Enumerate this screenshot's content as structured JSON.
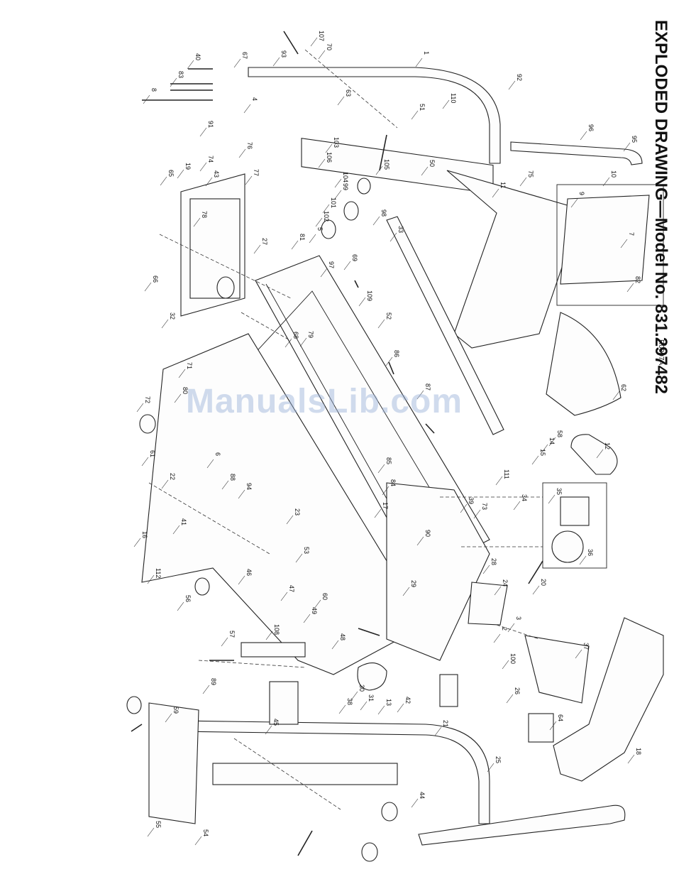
{
  "title": "EXPLODED DRAWING—Model No. 831.297482",
  "drawing_code": "R0397A",
  "watermark": "ManualsLib.com",
  "part_numbers": [
    "1",
    "2",
    "3",
    "4",
    "5",
    "6",
    "7",
    "8",
    "9",
    "10",
    "11",
    "12",
    "13",
    "14",
    "15",
    "16",
    "17",
    "18",
    "19",
    "20",
    "21",
    "22",
    "23",
    "24",
    "25",
    "26",
    "27",
    "28",
    "29",
    "30",
    "31",
    "32",
    "33",
    "34",
    "35",
    "36",
    "37",
    "38",
    "39",
    "40",
    "41",
    "42",
    "43",
    "44",
    "45",
    "46",
    "47",
    "48",
    "49",
    "50",
    "51",
    "52",
    "53",
    "54",
    "55",
    "56",
    "57",
    "58",
    "59",
    "60",
    "61",
    "62",
    "63",
    "64",
    "65",
    "66",
    "67",
    "68",
    "69",
    "70",
    "71",
    "72",
    "73",
    "74",
    "75",
    "76",
    "77",
    "78",
    "79",
    "80",
    "81",
    "82",
    "83",
    "84",
    "85",
    "86",
    "87",
    "88",
    "89",
    "90",
    "91",
    "92",
    "93",
    "94",
    "95",
    "96",
    "97",
    "98",
    "99",
    "100",
    "101",
    "102",
    "103",
    "104",
    "105",
    "106",
    "107",
    "108",
    "109",
    "110",
    "111",
    "112"
  ]
}
